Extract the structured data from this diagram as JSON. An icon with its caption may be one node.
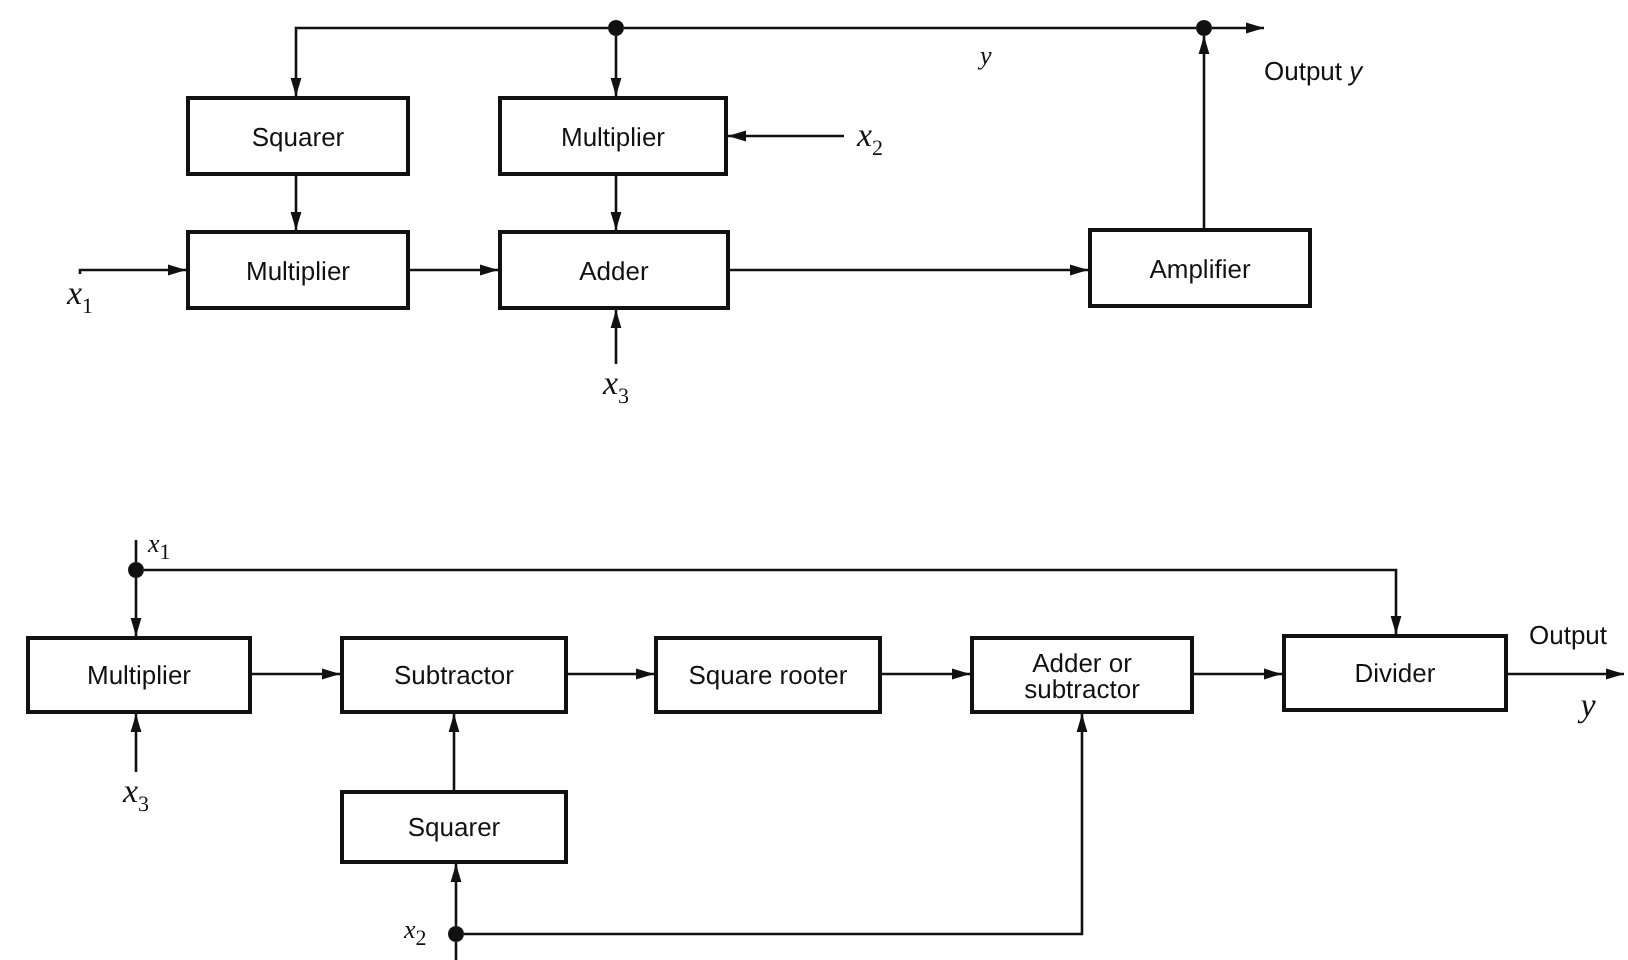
{
  "diagram": {
    "nodes": [
      {
        "text": [
          "Squarer"
        ]
      },
      {
        "text": [
          "Multiplier"
        ]
      },
      {
        "text": [
          "Multiplier"
        ]
      },
      {
        "text": [
          "Adder"
        ]
      },
      {
        "text": [
          "Amplifier"
        ]
      },
      {
        "text": [
          "x$_{1}$"
        ]
      },
      {
        "text": [
          "x$_{2}$"
        ]
      },
      {
        "text": [
          "x$_{3}$"
        ]
      },
      {
        "text": [],
        "shape": "circle"
      },
      {
        "text": [],
        "shape": "circle"
      },
      {
        "text": [],
        "shape": "circle",
        "beside": [
          "x$_{1}$"
        ]
      },
      {
        "text": [
          "Multiplier"
        ]
      },
      {
        "text": [
          "Subtractor"
        ]
      },
      {
        "text": [
          "Square rooter"
        ]
      },
      {
        "text": [
          "Adder or subtractor"
        ]
      },
      {
        "text": [
          "Divider"
        ]
      },
      {
        "text": [
          "x$_{3}$"
        ]
      },
      {
        "text": [
          "Squarer"
        ]
      },
      {
        "text": [],
        "shape": "circle",
        "beside": [
          "x$_{2}$"
        ]
      },
      {
        "text": [
          "Output *y*"
        ]
      },
      {
        "text": [
          "Output",
          "y"
        ]
      }
    ],
    "edges": [
      {
        "from": 4,
        "to": 9,
        "arrow": "to"
      },
      {
        "from": 9,
        "to": 19,
        "arrow": "to"
      },
      {
        "from": 9,
        "to": 8,
        "arrow": "none",
        "label": "y"
      },
      {
        "from": 8,
        "to": 0,
        "arrow": "to"
      },
      {
        "from": 8,
        "to": 1,
        "arrow": "to"
      },
      {
        "from": 6,
        "to": 1,
        "arrow": "to"
      },
      {
        "from": 0,
        "to": 2,
        "arrow": "to"
      },
      {
        "from": 5,
        "to": 2,
        "arrow": "to"
      },
      {
        "from": 2,
        "to": 3,
        "arrow": "to"
      },
      {
        "from": 1,
        "to": 3,
        "arrow": "to"
      },
      {
        "from": 7,
        "to": 3,
        "arrow": "to"
      },
      {
        "from": 3,
        "to": 4,
        "arrow": "to"
      },
      {
        "from": null,
        "to": 10,
        "arrow": "none"
      },
      {
        "from": 10,
        "to": 11,
        "arrow": "to"
      },
      {
        "from": 10,
        "to": 15,
        "arrow": "to"
      },
      {
        "from": 16,
        "to": 11,
        "arrow": "to"
      },
      {
        "from": 11,
        "to": 12,
        "arrow": "to"
      },
      {
        "from": 12,
        "to": 13,
        "arrow": "to"
      },
      {
        "from": 13,
        "to": 14,
        "arrow": "to"
      },
      {
        "from": 14,
        "to": 15,
        "arrow": "to"
      },
      {
        "from": 15,
        "to": 20,
        "arrow": "to"
      },
      {
        "from": 17,
        "to": 12,
        "arrow": "to"
      },
      {
        "from": 18,
        "to": 17,
        "arrow": "to"
      },
      {
        "from": 18,
        "to": 14,
        "arrow": "to"
      },
      {
        "from": null,
        "to": 18,
        "arrow": "none"
      }
    ]
  }
}
